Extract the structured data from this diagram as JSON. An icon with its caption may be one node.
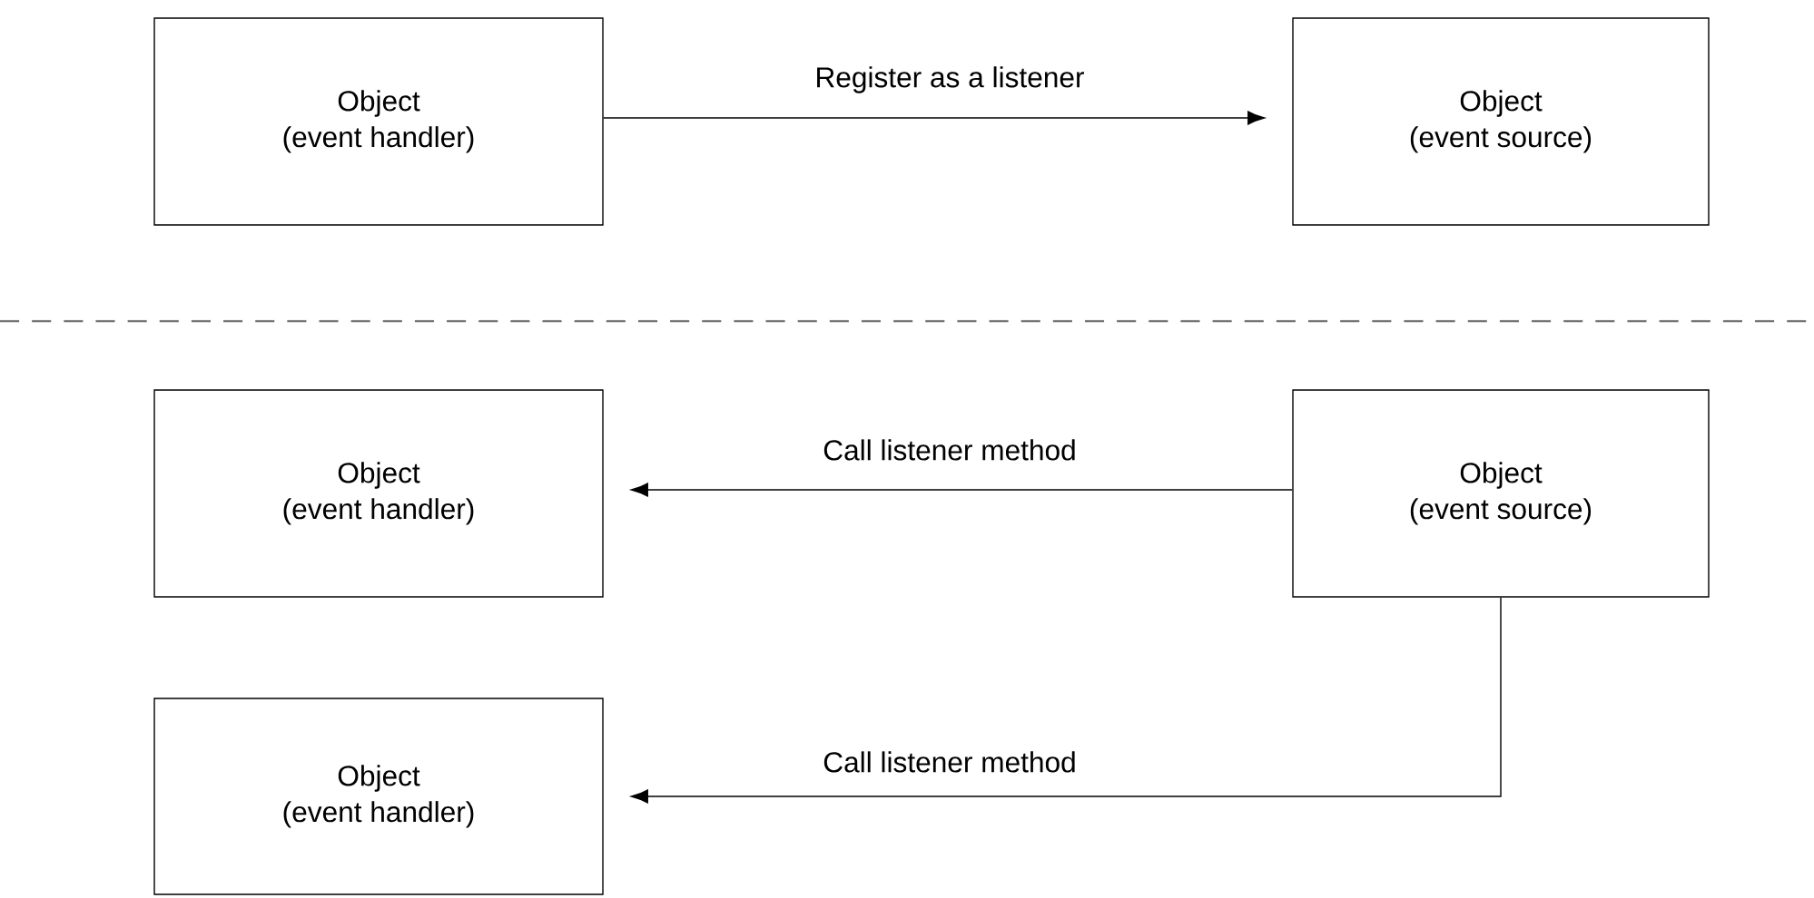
{
  "diagram": {
    "nodes": [
      {
        "text": [
          "Object",
          "(event handler)"
        ]
      },
      {
        "text": [
          "Object",
          "(event source)"
        ]
      },
      {
        "text": [
          "Object",
          "(event handler)"
        ]
      },
      {
        "text": [
          "Object",
          "(event source)"
        ]
      },
      {
        "text": [
          "Object",
          "(event handler)"
        ]
      }
    ],
    "edges": [
      {
        "from": 0,
        "to": 1,
        "arrow": "to",
        "label": "Register as a listener"
      },
      {
        "from": 3,
        "to": 2,
        "arrow": "to",
        "label": "Call listener method"
      },
      {
        "from": 3,
        "to": 4,
        "arrow": "to",
        "label": "Call listener method"
      }
    ]
  }
}
